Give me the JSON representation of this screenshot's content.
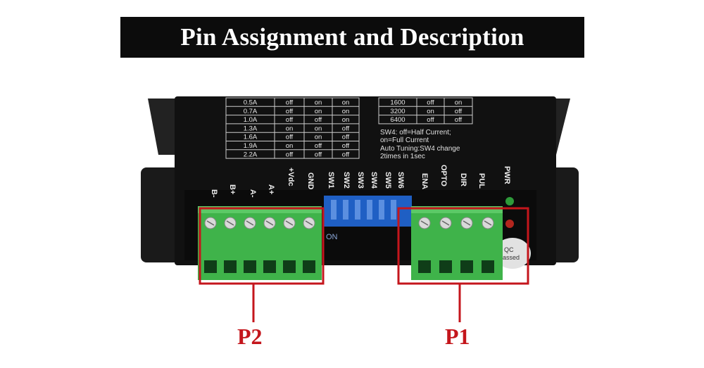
{
  "title": "Pin Assignment and Description",
  "current_table": {
    "rows": [
      [
        "0.5A",
        "off",
        "on",
        "on"
      ],
      [
        "0.7A",
        "off",
        "on",
        "on"
      ],
      [
        "1.0A",
        "off",
        "off",
        "on"
      ],
      [
        "1.3A",
        "on",
        "on",
        "off"
      ],
      [
        "1.6A",
        "off",
        "on",
        "off"
      ],
      [
        "1.9A",
        "on",
        "off",
        "off"
      ],
      [
        "2.2A",
        "off",
        "off",
        "off"
      ]
    ]
  },
  "microstep_table": {
    "rows": [
      [
        "1600",
        "off",
        "on"
      ],
      [
        "3200",
        "on",
        "off"
      ],
      [
        "6400",
        "off",
        "off"
      ]
    ]
  },
  "notes": [
    "SW4: off=Half Current;",
    "on=Full Current",
    "Auto Tuning:SW4 change",
    "2times in 1sec"
  ],
  "p2_pins": [
    "B-",
    "B+",
    "A-",
    "A+",
    "+Vdc",
    "GND"
  ],
  "switch_labels": [
    "SW1",
    "SW2",
    "SW3",
    "SW4",
    "SW5",
    "SW6"
  ],
  "p1_pins": [
    "ENA",
    "OPTO",
    "DIR",
    "PUL"
  ],
  "pwr_label": "PWR",
  "dip_on_label": "ON",
  "qc_label": [
    "QC",
    "Passed"
  ],
  "callouts": {
    "p2": "P2",
    "p1": "P1"
  },
  "colors": {
    "highlight": "#c4161c",
    "terminal_green": "#3fb34a",
    "dip_blue": "#1f5fc4"
  }
}
